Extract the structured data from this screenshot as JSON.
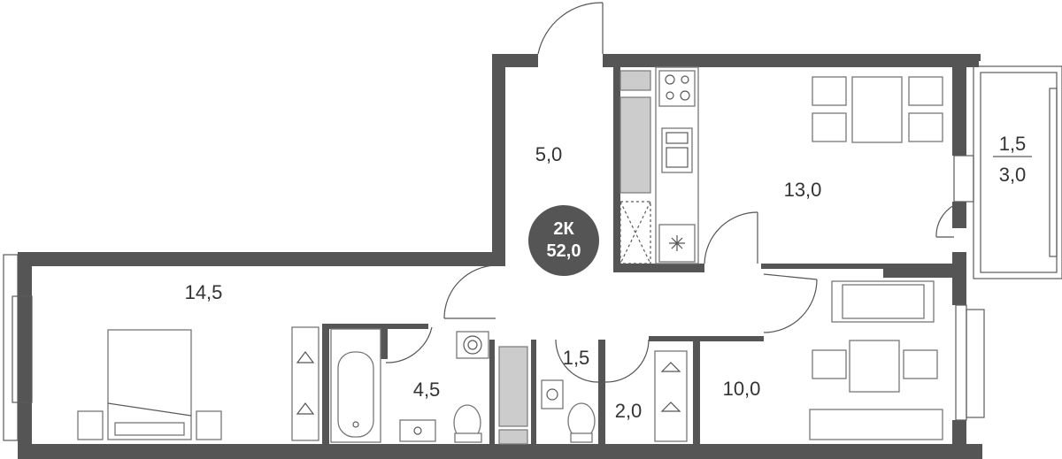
{
  "apartment": {
    "type": "2К",
    "total_area": "52,0"
  },
  "rooms": {
    "hallway": "5,0",
    "kitchen_living": "13,0",
    "balcony_area": "1,5",
    "balcony_area_full": "3,0",
    "bedroom": "14,5",
    "bathroom": "4,5",
    "toilet": "1,5",
    "closet": "2,0",
    "room": "10,0"
  },
  "colors": {
    "wall": "#555555",
    "badge": "#555555",
    "appliance_fill": "#cccccc"
  },
  "icons": {
    "fridge": "snowflake-icon"
  }
}
